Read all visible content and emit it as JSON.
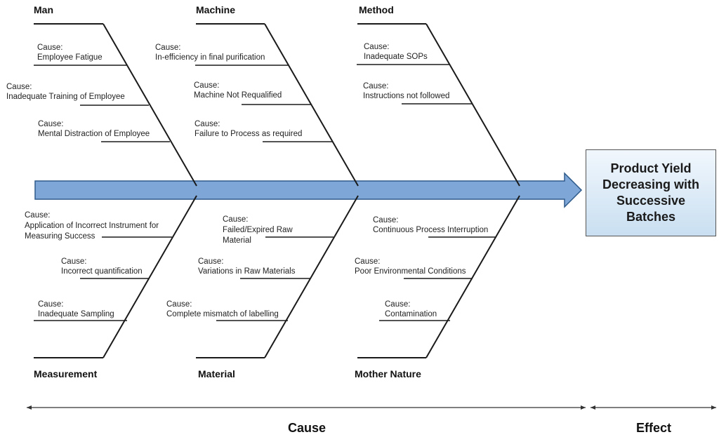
{
  "categories": {
    "man": "Man",
    "machine": "Machine",
    "method": "Method",
    "measurement": "Measurement",
    "material": "Material",
    "mother_nature": "Mother Nature"
  },
  "causes": {
    "man": [
      [
        "Cause:",
        "Employee Fatigue"
      ],
      [
        "Cause:",
        "Inadequate Training of Employee"
      ],
      [
        "Cause:",
        "Mental Distraction of Employee"
      ]
    ],
    "machine": [
      [
        "Cause:",
        "In-efficiency in final purification"
      ],
      [
        "Cause:",
        "Machine Not Requalified"
      ],
      [
        "Cause:",
        "Failure to Process as required"
      ]
    ],
    "method": [
      [
        "Cause:",
        "Inadequate SOPs"
      ],
      [
        "Cause:",
        "Instructions not followed"
      ]
    ],
    "measurement": [
      [
        "Cause:",
        "Application of Incorrect Instrument for",
        "Measuring Success"
      ],
      [
        "Cause:",
        "Incorrect quantification"
      ],
      [
        "Cause:",
        "Inadequate Sampling"
      ]
    ],
    "material": [
      [
        "Cause:",
        "Failed/Expired Raw",
        "Material"
      ],
      [
        "Cause:",
        "Variations in Raw Materials"
      ],
      [
        "Cause:",
        "Complete mismatch of labelling"
      ]
    ],
    "mother_nature": [
      [
        "Cause:",
        "Continuous Process Interruption"
      ],
      [
        "Cause:",
        "Poor Environmental Conditions"
      ],
      [
        "Cause:",
        "Contamination"
      ]
    ]
  },
  "effect": {
    "lines": [
      "Product Yield",
      "Decreasing with",
      "Successive",
      "Batches"
    ]
  },
  "bottom": {
    "cause_label": "Cause",
    "effect_label": "Effect"
  },
  "colors": {
    "spine_fill": "#7ea7d8",
    "spine_stroke": "#2e5a8a",
    "effect_fill_top": "#f1f7fd",
    "effect_fill_bottom": "#c9dff1"
  }
}
